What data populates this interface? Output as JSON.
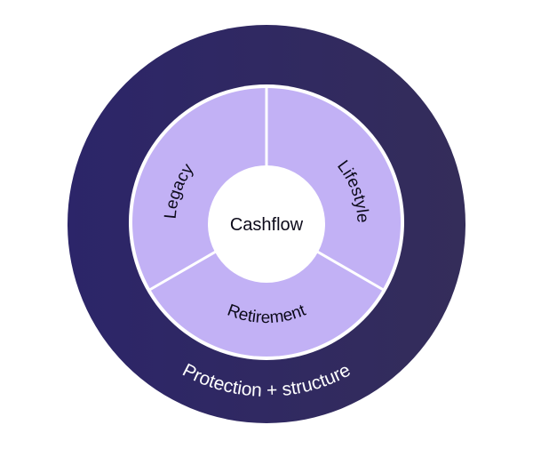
{
  "diagram": {
    "outer_ring": {
      "label": "Protection + structure",
      "color_left": "#2c2569",
      "color_right": "#342d5a"
    },
    "segments": [
      {
        "id": "legacy",
        "label": "Legacy"
      },
      {
        "id": "lifestyle",
        "label": "Lifestyle"
      },
      {
        "id": "retirement",
        "label": "Retirement"
      }
    ],
    "segment_color": "#c2b1f5",
    "divider_color": "#ffffff",
    "center": {
      "label": "Cashflow",
      "color": "#ffffff"
    },
    "text_color": "#0c0a1a"
  }
}
